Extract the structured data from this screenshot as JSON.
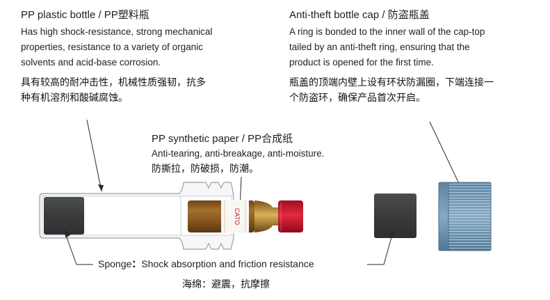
{
  "bottle": {
    "title": "PP plastic bottle / PP塑料瓶",
    "desc_lines": [
      "Has high shock-resistance, strong mechanical",
      "properties, resistance to a variety of organic",
      "solvents and acid-base corrosion."
    ],
    "cn_lines": [
      "具有较高的耐冲击性，机械性质强韧，抗多",
      "种有机溶剂和酸碱腐蚀。"
    ]
  },
  "cap": {
    "title": "Anti-theft bottle cap / 防盗瓶盖",
    "desc_lines": [
      "A ring is bonded to the inner wall of the cap-top",
      "tailed by an anti-theft ring, ensuring that the",
      "product is opened for the first time."
    ],
    "cn_lines": [
      "瓶盖的顶端内壁上设有环状防漏圈，下端连接一",
      "个防盗环，确保产品首次开启。"
    ]
  },
  "paper": {
    "title": "PP synthetic paper / PP合成纸",
    "desc": "Anti-tearing, anti-breakage, anti-moisture.",
    "cn": "防撕拉，防破损，防潮。"
  },
  "sponge": {
    "label_prefix": "Sponge",
    "label_sep": "：",
    "label_rest": "Shock absorption and friction resistance",
    "cn": "海绵：避震，抗摩擦"
  },
  "vial_label": "CATO",
  "colors": {
    "tube_line": "#9aa0a4",
    "sponge": "#3e3f41",
    "vial_amber": "#8a5a22",
    "vial_cap": "#c8102e",
    "cap_blue": "#6f96b2"
  }
}
